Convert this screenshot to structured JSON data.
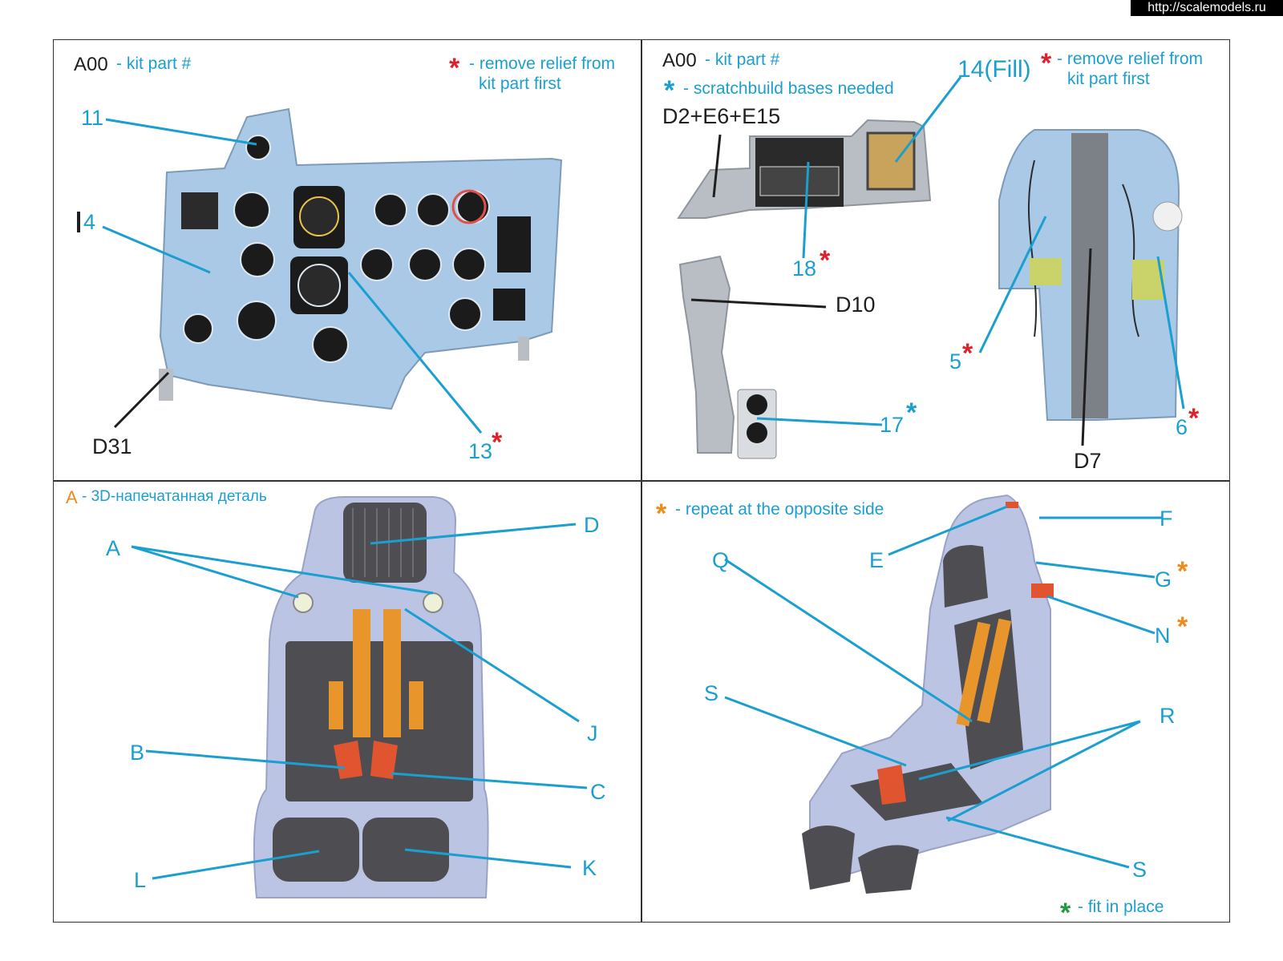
{
  "watermark": "http://scalemodels.ru",
  "colors": {
    "callout_blue": "#1a9fd0",
    "red_asterisk": "#e0202a",
    "blue_asterisk": "#1a9fd0",
    "orange_asterisk": "#f08a1a",
    "green_asterisk": "#1f9a3c",
    "panel_light_blue": "#a9c9e6",
    "resin_grey": "#b9bec5",
    "seat_lavender": "#bcc4e4",
    "belt_orange": "#e8952c",
    "buckle_red": "#e05530"
  },
  "panel1": {
    "kit_code": "A00",
    "kit_desc": "- kit part #",
    "legend_star": "*",
    "legend_remove": "- remove relief from",
    "legend_remove2": "kit part first",
    "callouts": {
      "c11": "11",
      "c4": "4",
      "cD31": "D31",
      "c13": "13",
      "c13_star": "*"
    }
  },
  "panel2": {
    "kit_code": "A00",
    "kit_desc": "- kit part #",
    "legend_blue_star": "*",
    "legend_scratch": "- scratchbuild bases needed",
    "legend_red_star": "*",
    "legend_remove": "- remove relief from",
    "legend_remove2": "kit part first",
    "callouts": {
      "cD2": "D2+E6+E15",
      "c14": "14(Fill)",
      "c18": "18",
      "c18_star": "*",
      "cD10": "D10",
      "c17": "17",
      "c17_star": "*",
      "c5": "5",
      "c5_star": "*",
      "c6": "6",
      "c6_star": "*",
      "cD7": "D7"
    }
  },
  "panel3": {
    "legend_letter": "A",
    "legend_desc": "- 3D-напечатанная деталь",
    "callouts": {
      "A": "A",
      "B": "B",
      "C": "C",
      "D": "D",
      "J": "J",
      "K": "K",
      "L": "L"
    }
  },
  "panel4": {
    "legend_star": "*",
    "legend_repeat": "- repeat at the opposite side",
    "legend_green_star": "*",
    "legend_fit": "- fit in place",
    "callouts": {
      "E": "E",
      "F": "F",
      "G": "G",
      "G_star": "*",
      "N": "N",
      "N_star": "*",
      "Q": "Q",
      "S1": "S",
      "S2": "S",
      "R": "R"
    }
  }
}
